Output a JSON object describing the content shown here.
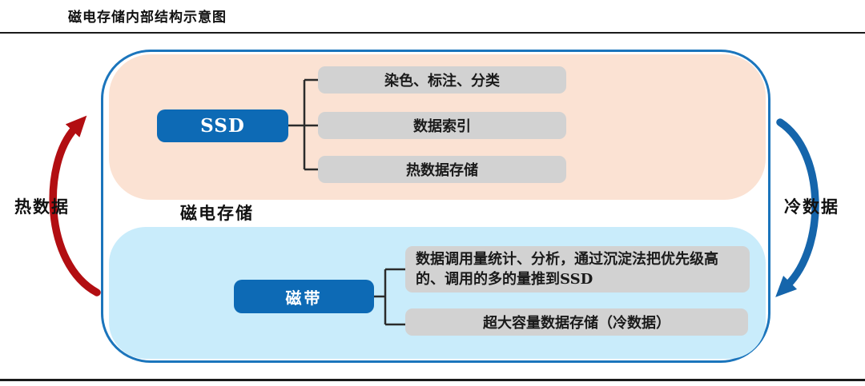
{
  "title": "磁电存储内部结构示意图",
  "diagram": {
    "center_label": "磁电存储",
    "left_arrow_label": "热数据",
    "right_arrow_label": "冷数据",
    "hot_section": {
      "node": "SSD",
      "branches": [
        "染色、标注、分类",
        "数据索引",
        "热数据存储"
      ]
    },
    "cold_section": {
      "node": "磁带",
      "branches": [
        "数据调用量统计、分析，通过沉淀法把优先级高的、调用的多的量推到SSD",
        "超大容量数据存储（冷数据）"
      ]
    },
    "colors": {
      "outer_border_blue": "#1b75bc",
      "node_blue": "#0d6ab5",
      "hot_panel_peach": "#fbe2d3",
      "cold_panel_blue": "#c9ecfb",
      "branch_gray": "#d2d2d2",
      "hot_arrow_red": "#b20e12",
      "cold_arrow_blue": "#1565ab",
      "connector_dark": "#2b2b2b"
    }
  }
}
